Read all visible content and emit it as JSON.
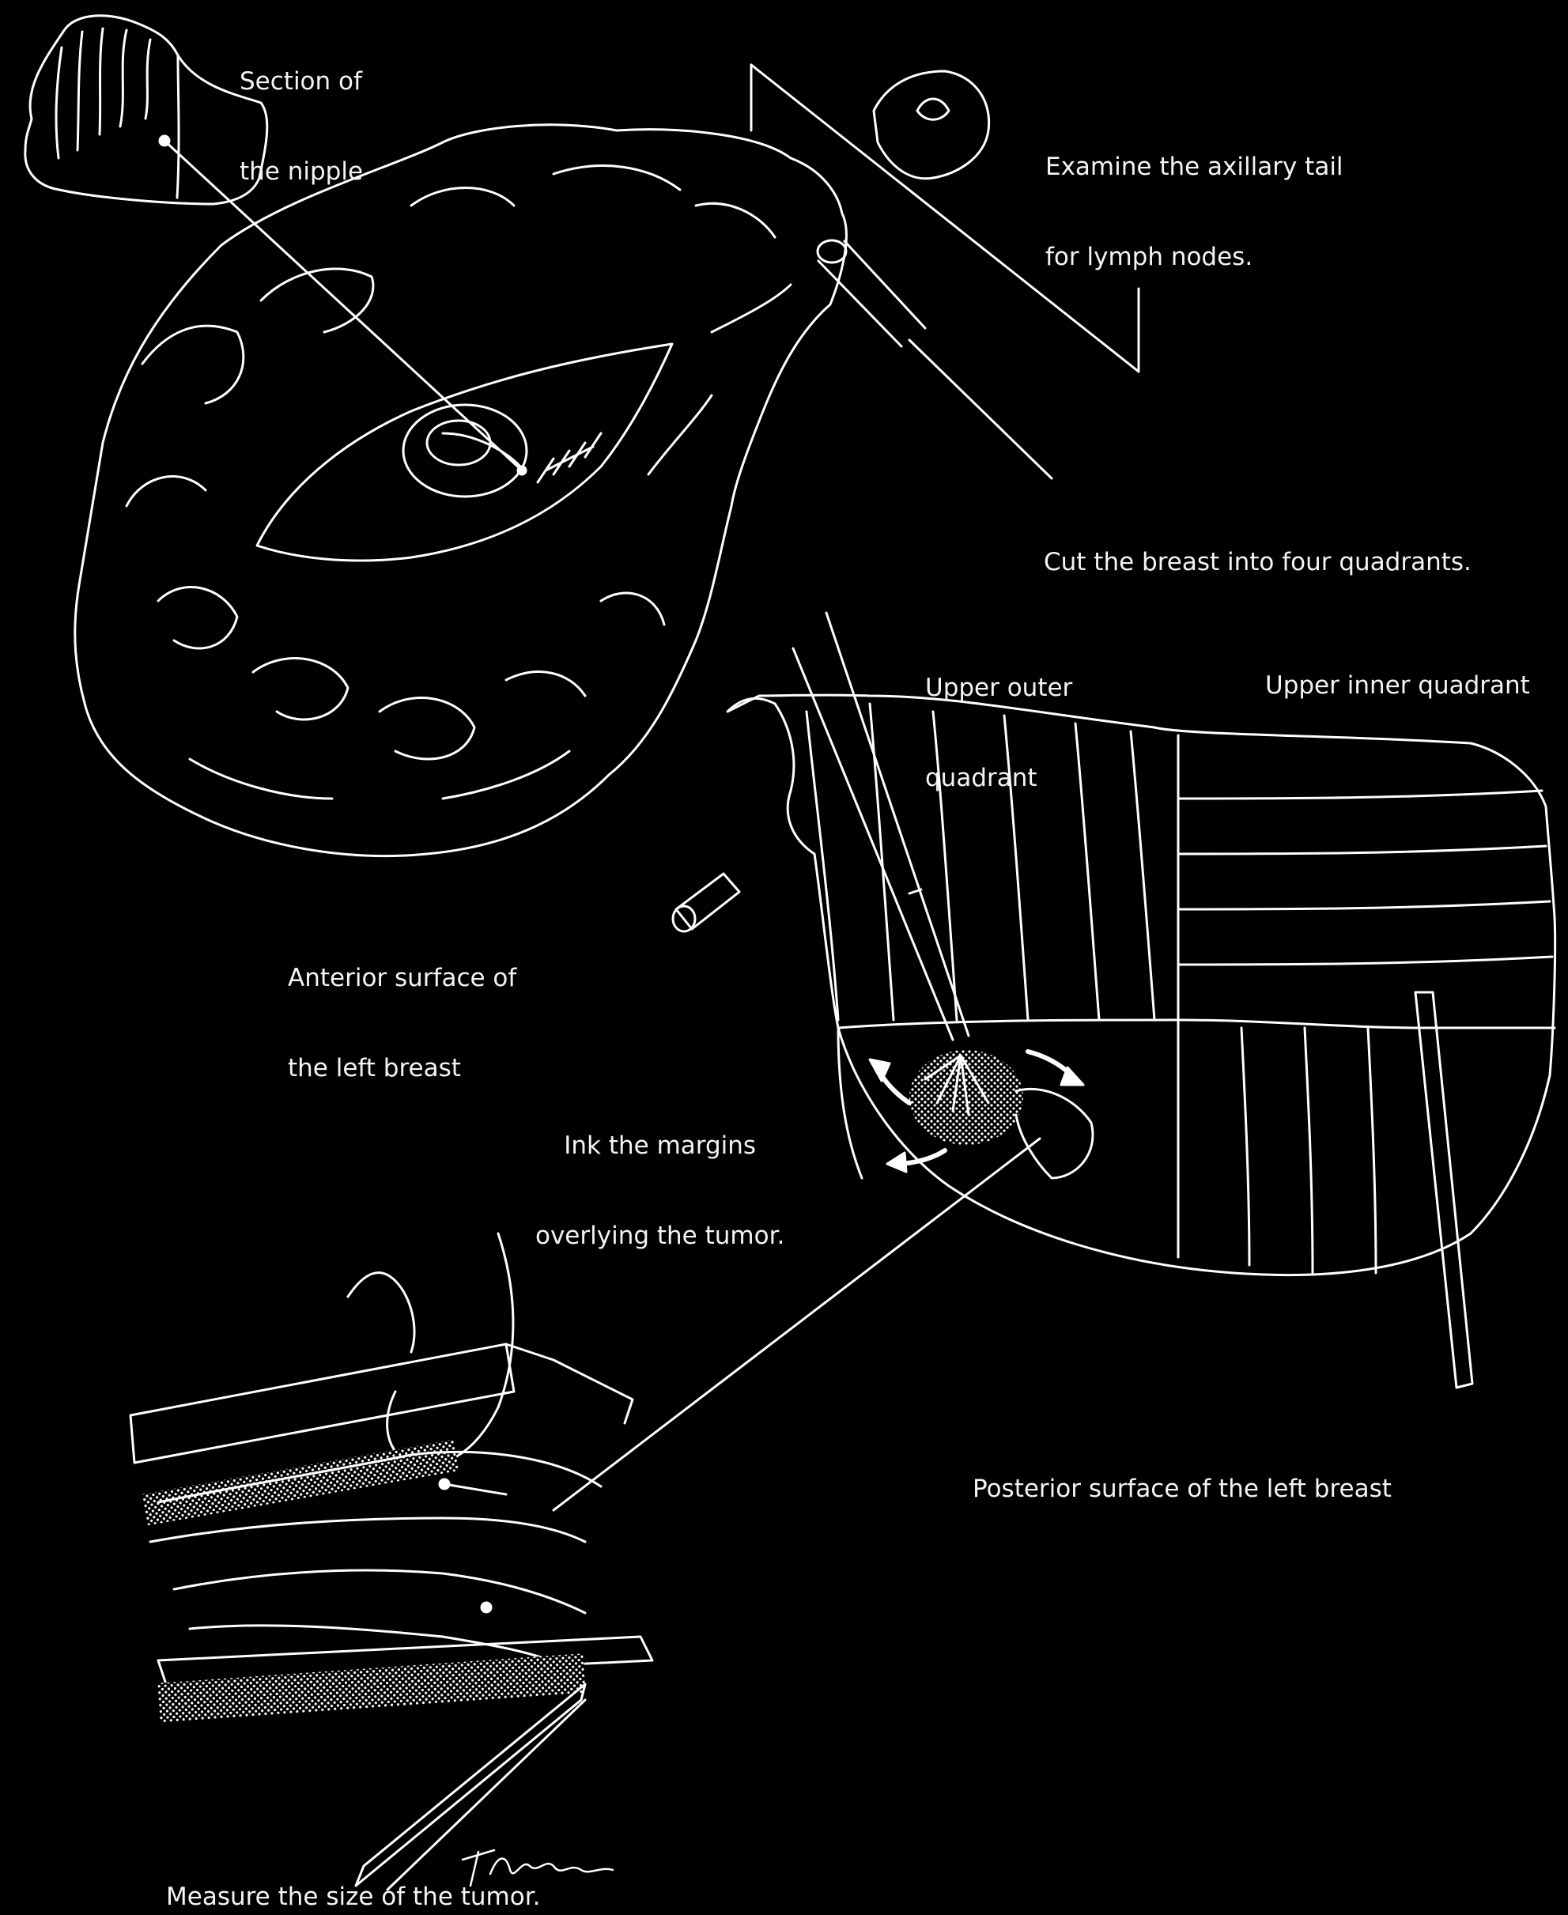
{
  "labels": {
    "nipple_section": [
      "Section of",
      "the nipple"
    ],
    "axillary_tail": [
      "Examine the axillary tail",
      "for lymph nodes."
    ],
    "cut_quadrants": "Cut the breast into four quadrants.",
    "upper_outer": [
      "Upper outer",
      "quadrant"
    ],
    "upper_inner": "Upper inner quadrant",
    "anterior_surface": [
      "Anterior surface of",
      "the left breast"
    ],
    "ink_margins": [
      "Ink the margins",
      "overlying the tumor."
    ],
    "posterior_surface": "Posterior surface of the left breast",
    "measure_tumor": "Measure the size of the tumor."
  },
  "colors": {
    "background": "#000000",
    "line": "#ffffff",
    "text": "#f4f4f4"
  }
}
